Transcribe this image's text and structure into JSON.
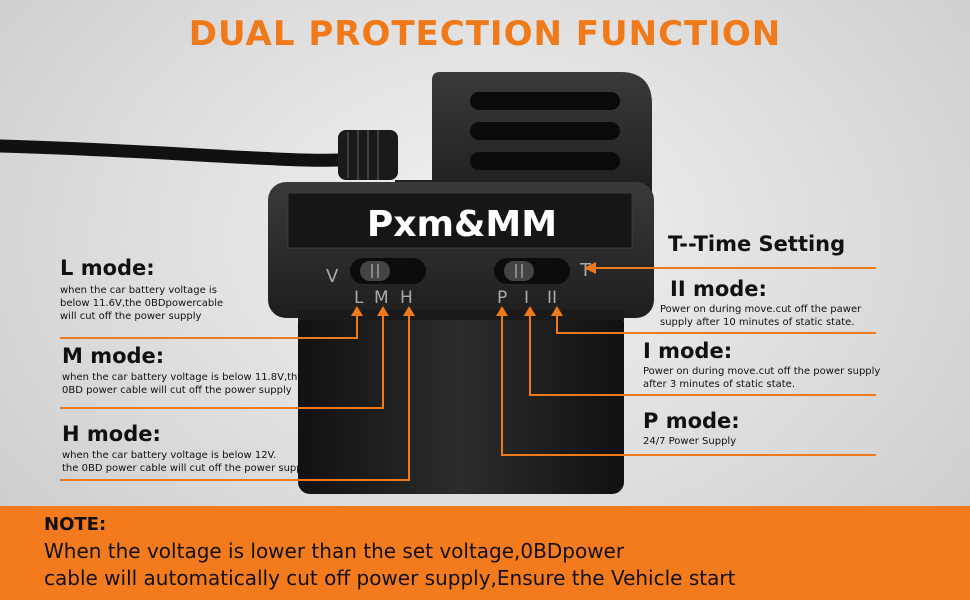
{
  "title": "DUAL PROTECTION FUNCTION",
  "device": {
    "brand": "Pxm&MM",
    "switch_left_label": "V",
    "switch_right_label": "T",
    "left_positions": [
      "L",
      "M",
      "H"
    ],
    "right_positions": [
      "P",
      "I",
      "II"
    ]
  },
  "modes_left": [
    {
      "title": "L mode:",
      "desc": [
        "when the car battery voltage is",
        "below 11.6V,the 0BDpowercable",
        "will cut off the power supply"
      ]
    },
    {
      "title": "M mode:",
      "desc": [
        "when the car battery voltage is below 11.8V,the",
        "0BD power cable will cut off the power supply"
      ]
    },
    {
      "title": "H mode:",
      "desc": [
        "when the car battery voltage is below 12V.",
        "the 0BD power cable will cut off the power supply"
      ]
    }
  ],
  "time_setting": "T--Time Setting",
  "modes_right": [
    {
      "title": "II mode:",
      "desc": [
        "Power on during move.cut off the pawer",
        "supply after 10 minutes of static state."
      ]
    },
    {
      "title": "I mode:",
      "desc": [
        "Power on during move.cut off the power supply",
        "after 3 minutes of static state."
      ]
    },
    {
      "title": "P mode:",
      "desc": [
        "24/7 Power Supply"
      ]
    }
  ],
  "note": {
    "heading": "NOTE:",
    "line1": "When the voltage is lower than the set voltage,0BDpower",
    "line2": "cable will automatically cut off power supply,Ensure the Vehicle start"
  },
  "colors": {
    "accent": "#f07a1a",
    "note_bg": "#f37a1d",
    "device_body": "#2b2b2b"
  }
}
